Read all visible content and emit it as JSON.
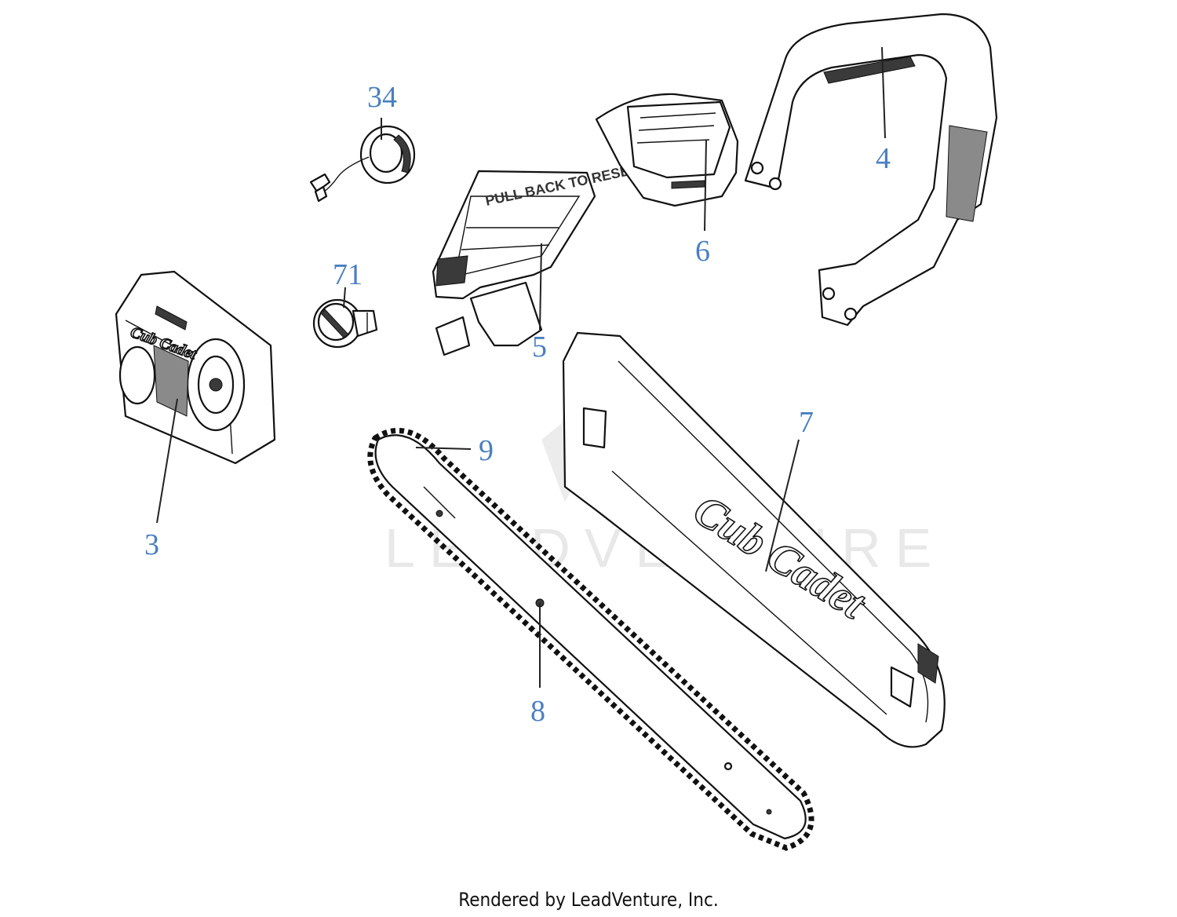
{
  "callouts": {
    "c3": "3",
    "c4": "4",
    "c5": "5",
    "c6": "6",
    "c7": "7",
    "c8": "8",
    "c9": "9",
    "c34": "34",
    "c71": "71"
  },
  "watermark": "LEADVENTURE",
  "guard_text": "PULL BACK TO RESET",
  "brand_name": "Cub Cadet",
  "footer": "Rendered by LeadVenture, Inc.",
  "colors": {
    "callout": "#4a7fbf",
    "line": "#111111"
  }
}
